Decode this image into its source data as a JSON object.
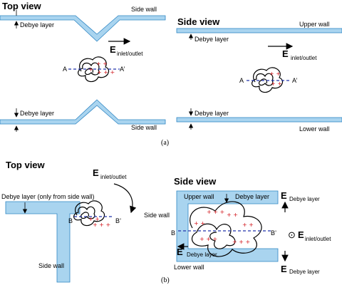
{
  "panel_a": {
    "top_view": {
      "title": "Top view",
      "side_wall_top": "Side wall",
      "side_wall_bottom": "Side wall",
      "debye_top": "Debye layer",
      "debye_bottom": "Debye layer",
      "field": "E",
      "field_sub": "inlet/outlet",
      "point_a": "A",
      "point_a_prime": "A’"
    },
    "side_view": {
      "title": "Side view",
      "upper_wall": "Upper wall",
      "lower_wall": "Lower wall",
      "debye_top": "Debye layer",
      "debye_bottom": "Debye layer",
      "field": "E",
      "field_sub": "inlet/outlet",
      "point_a": "A",
      "point_a_prime": "A’"
    },
    "caption": "(a)"
  },
  "panel_b": {
    "top_view": {
      "title": "Top view",
      "field": "E",
      "field_sub": "inlet/outlet",
      "debye_note": "Debye layer (only from side wall)",
      "side_wall": "Side wall",
      "point_b": "B",
      "point_b_prime": "B’"
    },
    "side_view": {
      "title": "Side view",
      "upper_wall": "Upper wall",
      "lower_wall": "Lower wall",
      "side_wall": "Side wall",
      "debye_top": "Debye layer",
      "debye_top_right": "Debye layer",
      "debye_bottom_right": "Debye layer",
      "debye_inner": "Debye layer",
      "field_e1": "E",
      "field_e2": "E",
      "field_e3": "E",
      "field_e4": "E",
      "field_sub": "inlet/outlet",
      "point_b": "B",
      "point_b_prime": "B’"
    },
    "caption": "(b)"
  }
}
